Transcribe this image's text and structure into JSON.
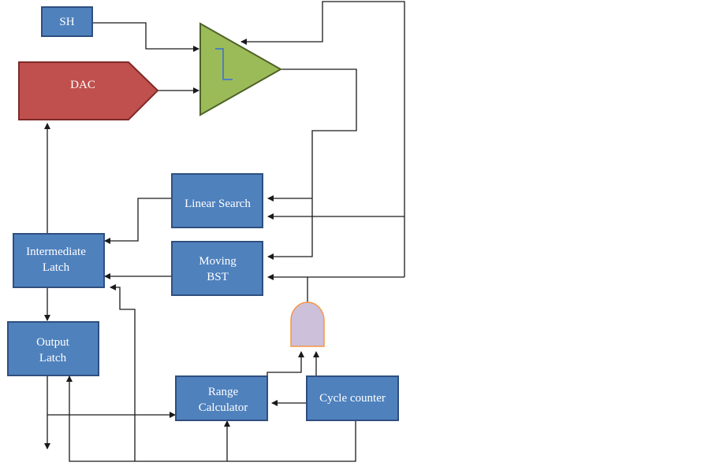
{
  "diagram": {
    "blocks": {
      "sh": "SH",
      "dac": "DAC",
      "linear_search": "Linear Search",
      "moving_bst_1": "Moving",
      "moving_bst_2": "BST",
      "intermediate_latch_1": "Intermediate",
      "intermediate_latch_2": "Latch",
      "output_latch_1": "Output",
      "output_latch_2": "Latch",
      "range_calc_1": "Range",
      "range_calc_2": "Calculator",
      "cycle_counter": "Cycle counter"
    },
    "colors": {
      "block": "#4f81bd",
      "dac": "#c0504d",
      "comparator": "#9bbb59",
      "and_gate": "#ccc0da"
    }
  }
}
